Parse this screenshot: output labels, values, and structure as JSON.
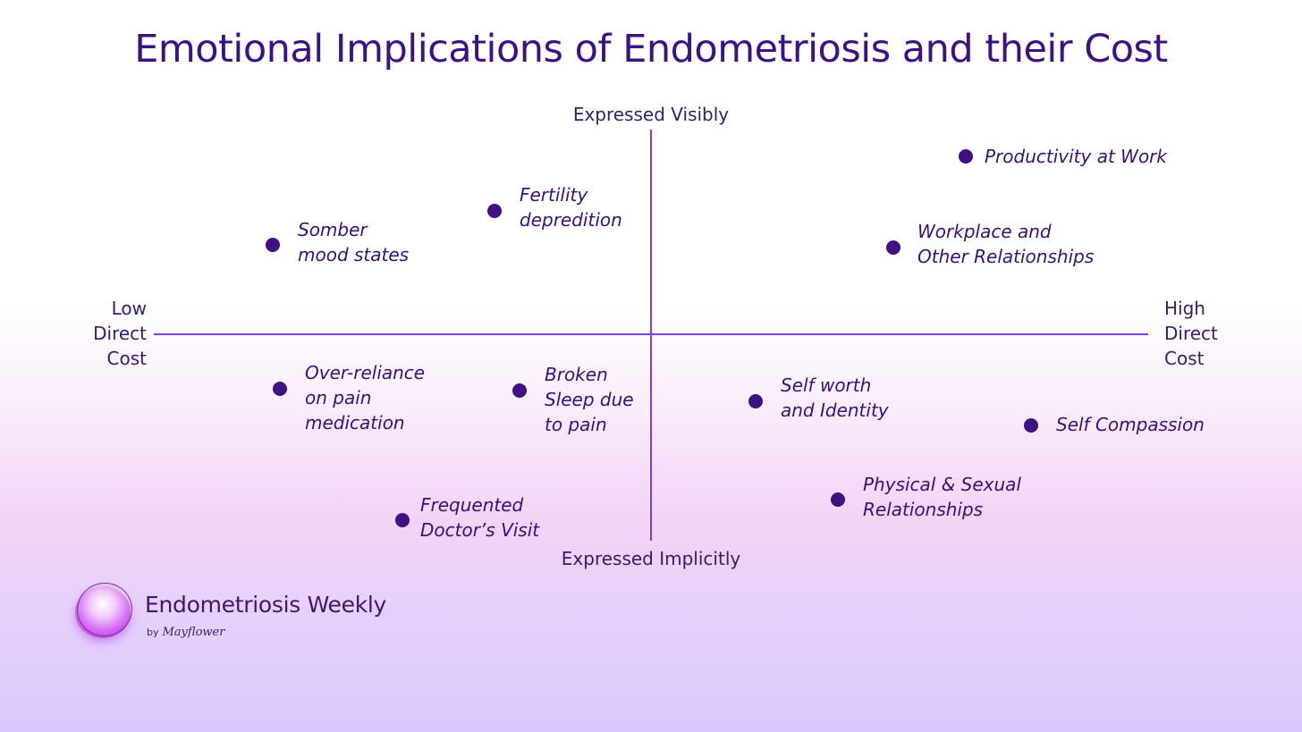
{
  "title": "Emotional Implications of Endometriosis and their Cost",
  "axes": {
    "top": "Expressed Visibly",
    "bottom": "Expressed Implicitly",
    "left": "Low\nDirect\nCost",
    "right": "High\nDirect\nCost"
  },
  "points": [
    {
      "label": "Productivity at Work"
    },
    {
      "label": "Fertility\ndepredition"
    },
    {
      "label": "Somber\nmood states"
    },
    {
      "label": "Workplace and\nOther Relationships"
    },
    {
      "label": "Over-reliance\non pain\nmedication"
    },
    {
      "label": "Broken\nSleep due\nto pain"
    },
    {
      "label": "Self worth\nand Identity"
    },
    {
      "label": "Self Compassion"
    },
    {
      "label": "Physical & Sexual\nRelationships"
    },
    {
      "label": "Frequented\nDoctor’s Visit"
    }
  ],
  "brand": {
    "name": "Endometriosis Weekly",
    "by": "by",
    "maker": "Mayflower"
  },
  "colors": {
    "axis": "#7a3fe0",
    "dot": "#3f1183",
    "text": "#3a0f7a"
  }
}
